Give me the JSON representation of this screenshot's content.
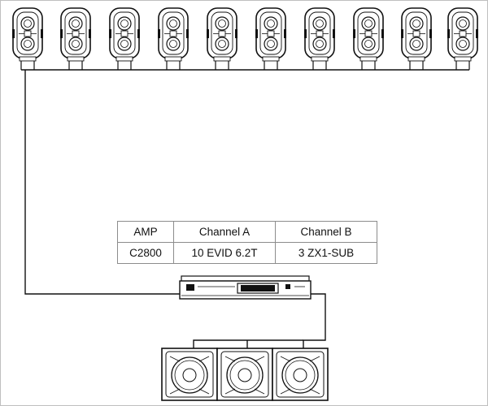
{
  "table": {
    "headers": [
      "AMP",
      "Channel A",
      "Channel B"
    ],
    "row": [
      "C2800",
      "10 EVID 6.2T",
      "3 ZX1-SUB"
    ]
  },
  "components": {
    "speakers": {
      "count": 10,
      "icon": "evid-speaker-icon"
    },
    "amplifier": {
      "icon": "amplifier-icon"
    },
    "subwoofers": {
      "count": 3,
      "icon": "subwoofer-icon"
    }
  },
  "colors": {
    "line": "#111111",
    "device_fill": "#ffffff",
    "table_border": "#8c8c8c"
  }
}
